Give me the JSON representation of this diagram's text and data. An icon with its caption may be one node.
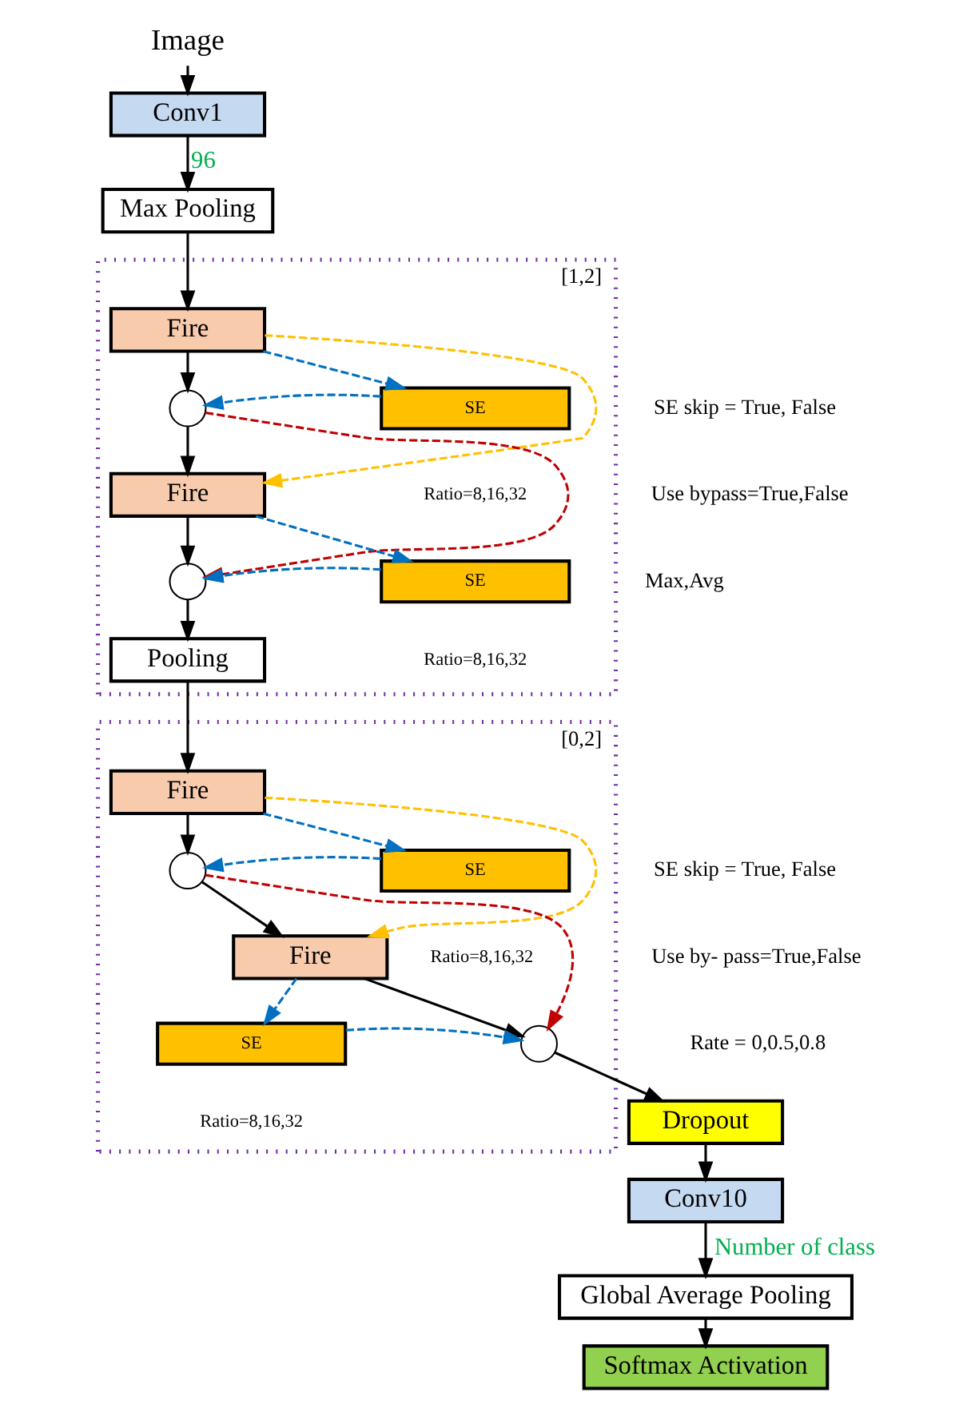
{
  "diagram": {
    "nodes": [
      {
        "text": [
          "Image"
        ]
      },
      {
        "text": [
          "Conv1"
        ]
      },
      {
        "text": [
          "Max Pooling"
        ]
      },
      {
        "text": [
          "[1,2]"
        ]
      },
      {
        "text": [
          "Fire"
        ],
        "in": 3
      },
      {
        "text": [
          "SE"
        ],
        "in": 3,
        "beside": [
          "Ratio=8,16,32"
        ]
      },
      {
        "text": [],
        "shape": "circle",
        "in": 3
      },
      {
        "text": [
          "Fire"
        ],
        "in": 3
      },
      {
        "text": [
          "SE"
        ],
        "in": 3,
        "beside": [
          "Ratio=8,16,32"
        ]
      },
      {
        "text": [],
        "shape": "circle",
        "in": 3
      },
      {
        "text": [
          "Pooling"
        ],
        "in": 3
      },
      {
        "text": [
          "[0,2]"
        ]
      },
      {
        "text": [
          "Fire"
        ],
        "in": 11
      },
      {
        "text": [
          "SE"
        ],
        "in": 11,
        "beside": [
          "Ratio=8,16,32"
        ]
      },
      {
        "text": [],
        "shape": "circle",
        "in": 11
      },
      {
        "text": [
          "Fire"
        ],
        "in": 11
      },
      {
        "text": [
          "SE"
        ],
        "in": 11,
        "beside": [
          "Ratio=8,16,32"
        ]
      },
      {
        "text": [],
        "shape": "circle",
        "in": 11
      },
      {
        "text": [
          "Dropout"
        ]
      },
      {
        "text": [
          "Conv10"
        ]
      },
      {
        "text": [
          "Global Average Pooling"
        ]
      },
      {
        "text": [
          "Softmax Activation"
        ]
      }
    ],
    "edges": [
      {
        "from": 0,
        "to": 1,
        "arrow": "to"
      },
      {
        "from": 1,
        "to": 2,
        "arrow": "to",
        "label": "96"
      },
      {
        "from": 2,
        "to": 4,
        "arrow": "to"
      },
      {
        "from": 4,
        "to": 6,
        "arrow": "to"
      },
      {
        "from": 4,
        "to": 5,
        "arrow": "to",
        "style": "dashed",
        "color": "#0070c0"
      },
      {
        "from": 5,
        "to": 6,
        "arrow": "to",
        "style": "dashed",
        "color": "#0070c0"
      },
      {
        "from": 4,
        "to": 7,
        "arrow": "to",
        "style": "dashed",
        "color": "#ffc000"
      },
      {
        "from": 6,
        "to": 7,
        "arrow": "to"
      },
      {
        "from": 6,
        "to": 9,
        "arrow": "to",
        "style": "dashed",
        "color": "#c00000"
      },
      {
        "from": 7,
        "to": 9,
        "arrow": "to"
      },
      {
        "from": 7,
        "to": 8,
        "arrow": "to",
        "style": "dashed",
        "color": "#0070c0"
      },
      {
        "from": 8,
        "to": 9,
        "arrow": "to",
        "style": "dashed",
        "color": "#0070c0"
      },
      {
        "from": 9,
        "to": 10,
        "arrow": "to"
      },
      {
        "from": 10,
        "to": 12,
        "arrow": "to"
      },
      {
        "from": 12,
        "to": 14,
        "arrow": "to"
      },
      {
        "from": 12,
        "to": 13,
        "arrow": "to",
        "style": "dashed",
        "color": "#0070c0"
      },
      {
        "from": 13,
        "to": 14,
        "arrow": "to",
        "style": "dashed",
        "color": "#0070c0"
      },
      {
        "from": 12,
        "to": 15,
        "arrow": "to",
        "style": "dashed",
        "color": "#ffc000"
      },
      {
        "from": 14,
        "to": 15,
        "arrow": "to"
      },
      {
        "from": 14,
        "to": 17,
        "arrow": "to",
        "style": "dashed",
        "color": "#c00000"
      },
      {
        "from": 15,
        "to": 17,
        "arrow": "to"
      },
      {
        "from": 15,
        "to": 16,
        "arrow": "to",
        "style": "dashed",
        "color": "#0070c0"
      },
      {
        "from": 16,
        "to": 17,
        "arrow": "to",
        "style": "dashed",
        "color": "#0070c0"
      },
      {
        "from": 17,
        "to": 18,
        "arrow": "to"
      },
      {
        "from": 18,
        "to": 19,
        "arrow": "to"
      },
      {
        "from": 19,
        "to": 20,
        "arrow": "to",
        "label": "Number of class"
      },
      {
        "from": 20,
        "to": 21,
        "arrow": "to"
      }
    ],
    "labels": [
      "SE skip = True, False",
      "Use bypass=True,False",
      "Max,Avg",
      "SE skip = True, False",
      "Use by- pass=True,False",
      "Rate = 0,0.5,0.8"
    ]
  }
}
